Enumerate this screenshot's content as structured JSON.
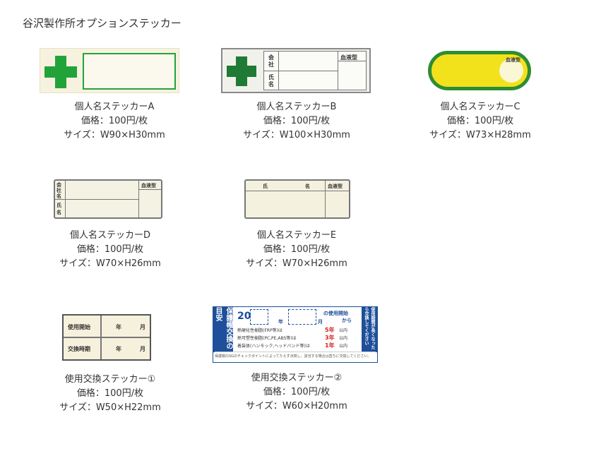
{
  "page_title": "谷沢製作所オプションステッカー",
  "products": [
    {
      "name": "個人名ステッカーA",
      "price": "価格：100円/枚",
      "size": "サイズ：W90×H30mm"
    },
    {
      "name": "個人名ステッカーB",
      "price": "価格：100円/枚",
      "size": "サイズ：W100×H30mm"
    },
    {
      "name": "個人名ステッカーC",
      "price": "価格：100円/枚",
      "size": "サイズ：W73×H28mm"
    },
    {
      "name": "個人名ステッカーD",
      "price": "価格：100円/枚",
      "size": "サイズ：W70×H26mm"
    },
    {
      "name": "個人名ステッカーE",
      "price": "価格：100円/枚",
      "size": "サイズ：W70×H26mm"
    },
    {
      "name": "使用交換ステッカー①",
      "price": "価格：100円/枚",
      "size": "サイズ：W50×H22mm"
    },
    {
      "name": "使用交換ステッカー②",
      "price": "価格：100円/枚",
      "size": "サイズ：W60×H20mm"
    }
  ],
  "stickers": {
    "b": {
      "company": "会社",
      "name": "氏名",
      "blood": "血液型"
    },
    "c": {
      "blood": "血液型"
    },
    "d": {
      "company": "会社名",
      "name": "氏名",
      "blood": "血液型"
    },
    "e": {
      "name_a": "氏",
      "name_b": "名",
      "blood": "血液型"
    },
    "u1": {
      "start": "使用開始",
      "swap": "交換時期",
      "year": "年",
      "month": "月"
    },
    "u2": {
      "left": "保護帽交換の目安",
      "right": "使用期間が長くなったら交換してください",
      "year_prefix": "20",
      "year": "年",
      "month": "月",
      "start": "の使用開始",
      "from": "から",
      "rows": [
        {
          "label": "熱硬化性樹脂(FRP等)は",
          "years": "5年",
          "suffix": "以内"
        },
        {
          "label": "熱可塑性樹脂(PC,PE,ABS等)は",
          "years": "3年",
          "suffix": "以内"
        },
        {
          "label": "着装体(ハンモック,ヘッドバンド等)は",
          "years": "1年",
          "suffix": "以内"
        }
      ],
      "footer": "保護帽のSGのチェックポイントによってたえず点検し、該当する場合は直ちに交換してください。"
    }
  },
  "colors": {
    "green": "#22a33a",
    "dark_green": "#1f7a35",
    "yellow": "#f1e21b",
    "blue": "#1d4f9a",
    "red": "#d42020"
  }
}
